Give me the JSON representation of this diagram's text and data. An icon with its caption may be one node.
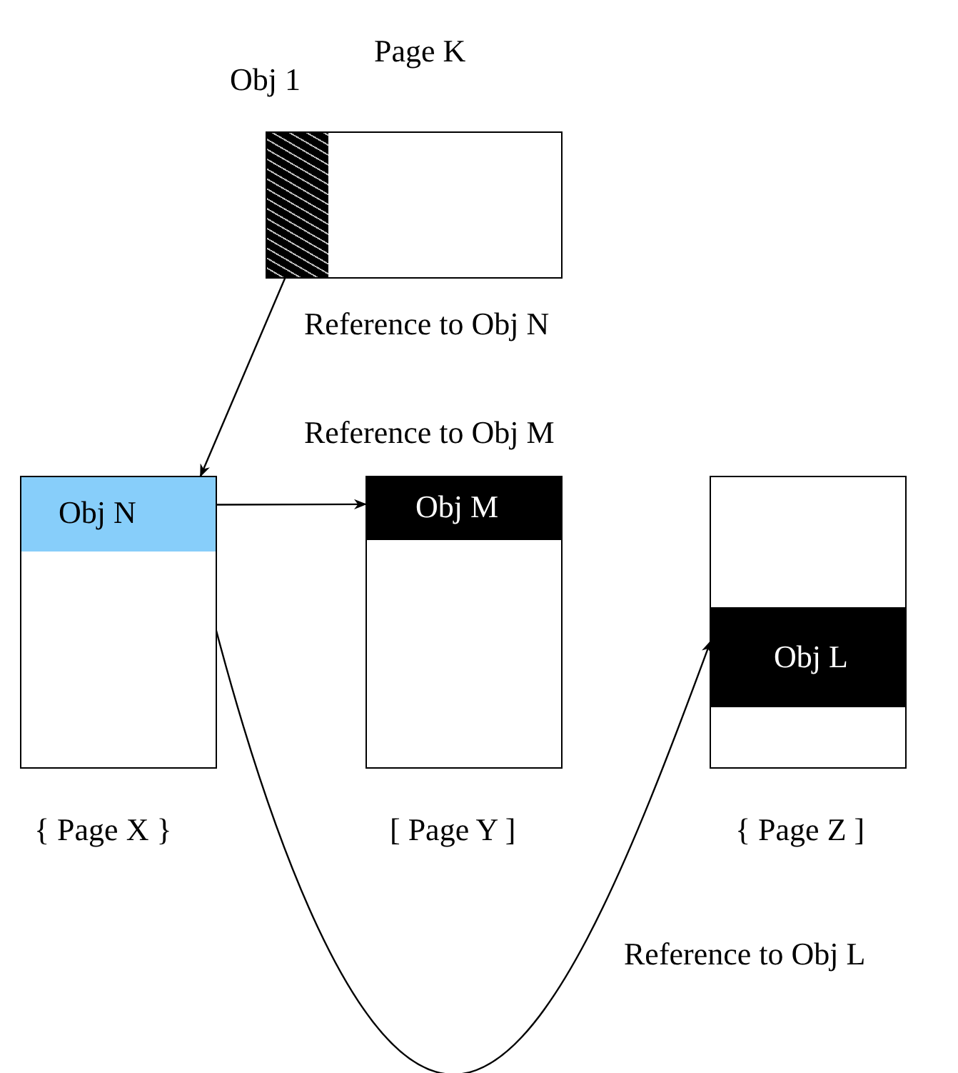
{
  "diagram": {
    "nodes": [
      {
        "text": [
          "Page K"
        ]
      },
      {
        "text": [
          "Obj 1"
        ],
        "in": 0
      },
      {
        "text": [
          "{ Page X }"
        ]
      },
      {
        "text": [
          "Obj N"
        ],
        "in": 2
      },
      {
        "text": [
          "[ Page Y ]"
        ]
      },
      {
        "text": [
          "Obj M"
        ],
        "in": 4
      },
      {
        "text": [
          "{ Page Z ]"
        ]
      },
      {
        "text": [
          "Obj L"
        ],
        "in": 6
      }
    ],
    "edges": [
      {
        "from": 1,
        "to": 3,
        "arrow": "to",
        "label": "Reference to Obj N"
      },
      {
        "from": 3,
        "to": 5,
        "arrow": "to",
        "label": "Reference to Obj M"
      },
      {
        "from": 3,
        "to": 7,
        "arrow": "to",
        "label": "Reference to Obj L"
      }
    ]
  }
}
